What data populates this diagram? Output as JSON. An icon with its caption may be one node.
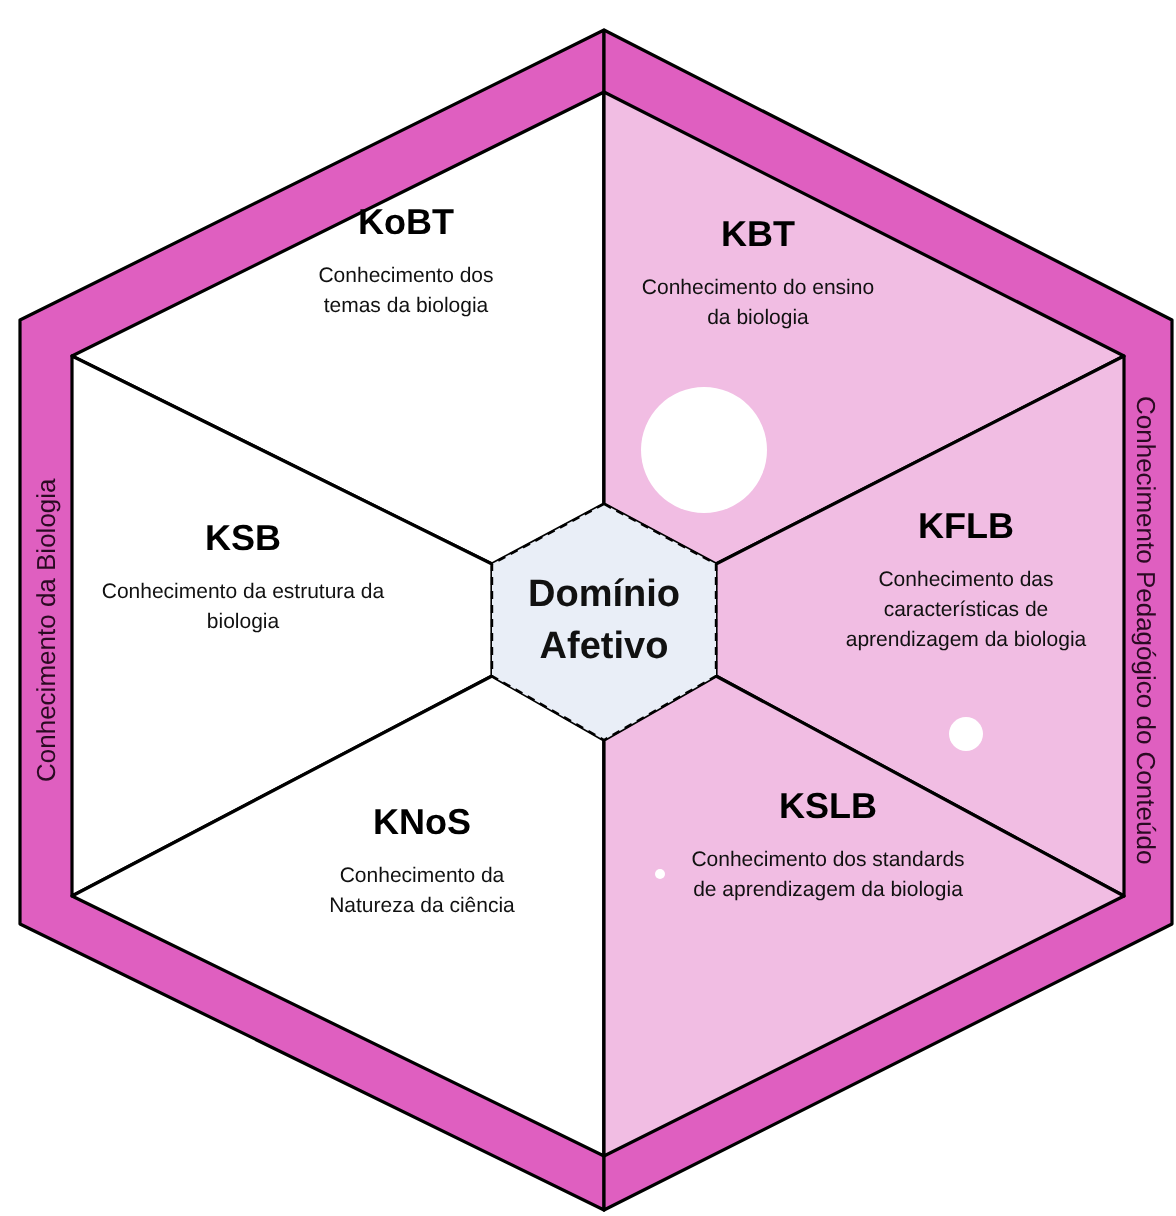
{
  "diagram": {
    "nodes": [
      {
        "text": [
          "Conhecimento da Biologia"
        ]
      },
      {
        "text": [
          "Conhecimento Pedagógico do Conteúdo"
        ]
      },
      {
        "text": [
          "KoBT",
          "Conhecimento dos temas da biologia"
        ],
        "in": 0
      },
      {
        "text": [
          "KBT",
          "Conhecimento do ensino da biologia"
        ],
        "in": 1
      },
      {
        "text": [
          "KSB",
          "Conhecimento da estrutura da biologia"
        ],
        "in": 0
      },
      {
        "text": [
          "KFLB",
          "Conhecimento das características de aprendizagem da biologia"
        ],
        "in": 1
      },
      {
        "text": [
          "KNoS",
          "Conhecimento da Natureza da ciência"
        ],
        "in": 0
      },
      {
        "text": [
          "KSLB",
          "Conhecimento dos standards de aprendizagem da biologia"
        ],
        "in": 1
      },
      {
        "text": [
          "Domínio Afetivo"
        ]
      }
    ]
  }
}
